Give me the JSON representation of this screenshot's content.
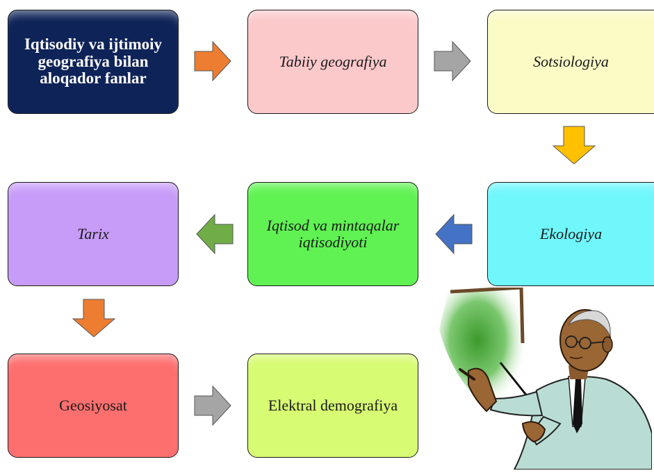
{
  "boxes": {
    "b1": "Iqtisodiy va ijtimoiy geografiya bilan aloqador fanlar",
    "b2": "Tabiiy geografiya",
    "b3": "Sotsiologiya",
    "b4": "Ekologiya",
    "b5": "Iqtisod va mintaqalar iqtisodiyoti",
    "b6": "Tarix",
    "b7": "Geosiyosat",
    "b8": "Elektral demografiya"
  },
  "colors": {
    "b1": "#0e2357",
    "b2": "#fcc9cb",
    "b3": "#fbfbc6",
    "b4": "#6ff7fb",
    "b5": "#5ff252",
    "b6": "#c79cf8",
    "b7": "#fd6f6f",
    "b8": "#d7fb72",
    "arrow_b1_b2": "#ed7d31",
    "arrow_b2_b3": "#a5a5a5",
    "arrow_b3_b4": "#ffc000",
    "arrow_b4_b5": "#4472c4",
    "arrow_b5_b6": "#70ad47",
    "arrow_b6_b7": "#ed7d31",
    "arrow_b7_b8": "#a5a5a5"
  },
  "flow": [
    [
      "b1",
      "b2"
    ],
    [
      "b2",
      "b3"
    ],
    [
      "b3",
      "b4"
    ],
    [
      "b4",
      "b5"
    ],
    [
      "b5",
      "b6"
    ],
    [
      "b6",
      "b7"
    ],
    [
      "b7",
      "b8"
    ]
  ],
  "illustration": "teacher-with-pointer-clipart"
}
